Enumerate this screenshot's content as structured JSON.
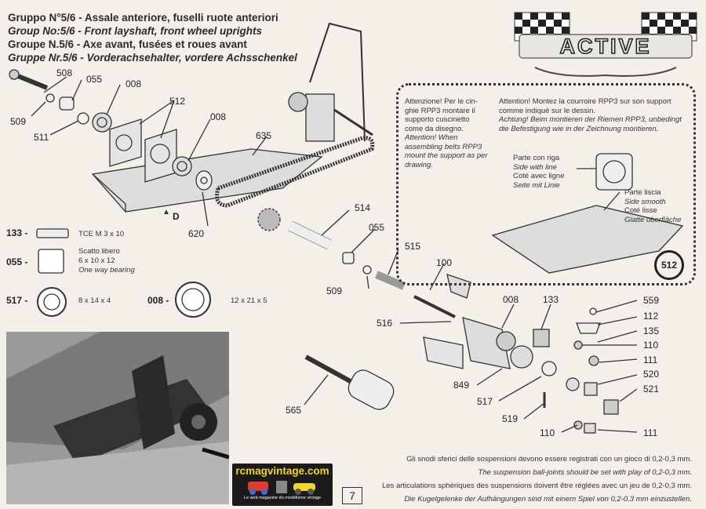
{
  "header": {
    "line_it": "Gruppo N°5/6 - Assale anteriore, fuselli ruote anteriori",
    "line_en": "Group No:5/6 - Front layshaft, front wheel uprights",
    "line_fr": "Groupe N.5/6 - Axe avant, fusées et roues avant",
    "line_de": "Gruppe Nr.5/6 - Vorderachsehalter, vordere Achsschenkel"
  },
  "logo_text": "ACTIVE",
  "parts_left": [
    {
      "id": "508"
    },
    {
      "id": "055"
    },
    {
      "id": "008"
    },
    {
      "id": "509"
    },
    {
      "id": "511"
    },
    {
      "id": "512"
    },
    {
      "id": "008b"
    },
    {
      "id": "635"
    },
    {
      "id": "620"
    },
    {
      "id": "514"
    },
    {
      "id": "055b"
    },
    {
      "id": "515"
    },
    {
      "id": "100"
    },
    {
      "id": "509b"
    }
  ],
  "labels": {
    "p508": "508",
    "p055": "055",
    "p008": "008",
    "p509": "509",
    "p511": "511",
    "p512": "512",
    "p008b": "008",
    "p635": "635",
    "p620": "620",
    "pD": "D",
    "p514": "514",
    "p055b": "055",
    "p515": "515",
    "p100": "100",
    "p509b": "509",
    "p516": "516",
    "p008c": "008",
    "p133": "133",
    "p559": "559",
    "p112": "112",
    "p135": "135",
    "p110": "110",
    "p111": "111",
    "p520": "520",
    "p521": "521",
    "p849": "849",
    "p517": "517",
    "p519": "519",
    "p110b": "110",
    "p111b": "111",
    "p565": "565",
    "p512badge": "512"
  },
  "legend": {
    "l133_code": "133 -",
    "l133_desc": "TCE M 3 x 10",
    "l055_code": "055 -",
    "l055_desc1": "Scatto libero",
    "l055_desc2": "6 x 10 x 12",
    "l055_desc3": "One way bearing",
    "l517_code": "517 -",
    "l517_desc": "8 x 14 x 4",
    "l008_code": "008 -",
    "l008_desc": "12 x 21 x 5"
  },
  "note": {
    "it1": "Attenzione! Per le cin-",
    "it2": "ghie RPP3 montare il",
    "it3": "supporto cuscinetto",
    "it4": "come da disegno.",
    "en1": "Attention! When",
    "en2": "assembling belts RPP3",
    "en3": "mount the support as per",
    "en4": "drawing.",
    "fr1": "Attention! Montez la courroire RPP3 sur son support",
    "fr2": "comme indiqué sur le dessin.",
    "de1": "Achtung! Beim montieren der Riemen RPP3, unbedingt",
    "de2": "die Befestigung wie in der Zeichnung montieren.",
    "line1": "Parte con riga",
    "line2": "Side with line",
    "line3": "Coté avec ligne",
    "line4": "Seite mit Linie",
    "smooth1": "Parte liscia",
    "smooth2": "Side smooth",
    "smooth3": "Coté lisse",
    "smooth4": "Glatte oberfläche"
  },
  "caption": {
    "it": "Gli snodi sferici delle sospensioni devono essere registrati con un gioco di 0,2-0,3 mm.",
    "en": "The suspension ball-joints should be set with play of 0,2-0,3 mm.",
    "fr": "Les articulations sphériques des suspensions doivent être réglées avec un jeu de 0,2-0,3 mm.",
    "de": "Die Kugelgelenke der Aufhängungen sind mit einem Spiel von 0,2-0,3 mm einzustellen."
  },
  "brand": {
    "title": "rcmagvintage.com",
    "subtitle": "Le web magazine du modélisme vintage"
  },
  "page_number": "7"
}
